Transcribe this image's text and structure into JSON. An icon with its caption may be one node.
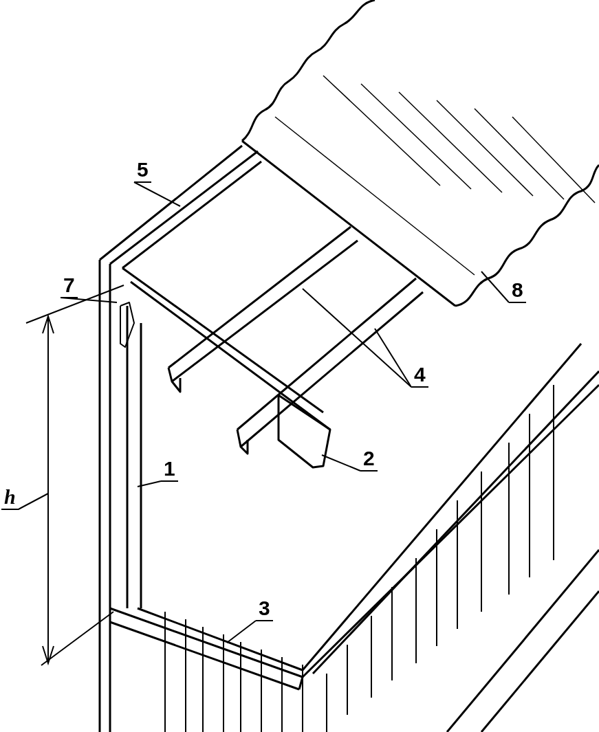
{
  "diagram": {
    "nodes": [
      {
        "text": [
          "5"
        ]
      },
      {
        "text": [
          "7"
        ]
      },
      {
        "text": [
          "8"
        ]
      },
      {
        "text": [
          "4"
        ]
      },
      {
        "text": [
          "2"
        ]
      },
      {
        "text": [
          "1"
        ]
      },
      {
        "text": [
          "h"
        ]
      },
      {
        "text": [
          "3"
        ]
      }
    ],
    "edges": [
      {
        "from": 0,
        "to": null,
        "arrow": "none"
      },
      {
        "from": 1,
        "to": null,
        "arrow": "none"
      },
      {
        "from": 2,
        "to": null,
        "arrow": "none"
      },
      {
        "from": 3,
        "to": null,
        "arrow": "none"
      },
      {
        "from": 3,
        "to": null,
        "arrow": "none"
      },
      {
        "from": 4,
        "to": null,
        "arrow": "none"
      },
      {
        "from": 5,
        "to": null,
        "arrow": "none"
      },
      {
        "from": 6,
        "to": null,
        "arrow": "none"
      },
      {
        "from": 7,
        "to": null,
        "arrow": "none"
      }
    ]
  }
}
